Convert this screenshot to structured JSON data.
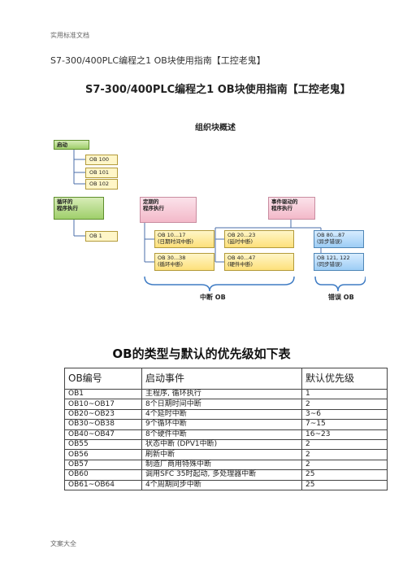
{
  "page": {
    "header": "实用标准文档",
    "footer": "文案大全",
    "title_small": "S7-300/400PLC编程之1 OB块使用指南【工控老鬼】",
    "title_bold": "S7-300/400PLC编程之1 OB块使用指南【工控老鬼】"
  },
  "diagram": {
    "title": "组织块概述",
    "startup": "启动",
    "startup_obs": [
      "OB 100",
      "OB 101",
      "OB 102"
    ],
    "cyclic": "循环的\n程序执行",
    "cyclic_ob": "OB 1",
    "periodic": "定期的\n程序执行",
    "event": "事件驱动的\n程序执行",
    "ob10": "OB 10...17",
    "ob10_sub": "(日期时间中断)",
    "ob30": "OB 30...38",
    "ob30_sub": "(循环中断)",
    "ob20": "OB 20...23",
    "ob20_sub": "(延时中断)",
    "ob40": "OB 40...47",
    "ob40_sub": "(硬件中断)",
    "ob80": "OB 80...87",
    "ob80_sub": "(异步错误)",
    "ob121": "OB 121, 122",
    "ob121_sub": "(同步错误)",
    "interrupt_label": "中断 OB",
    "error_label": "错误 OB"
  },
  "table": {
    "title": "OB的类型与默认的优先级如下表",
    "headers": [
      "OB编号",
      "启动事件",
      "默认优先级"
    ],
    "rows": [
      [
        "OB1",
        "主程序, 循环执行",
        "1"
      ],
      [
        "OB10~OB17",
        "8个日期时间中断",
        "2"
      ],
      [
        "OB20~OB23",
        "4个延时中断",
        "3~6"
      ],
      [
        "OB30~OB38",
        "9个循环中断",
        "7~15"
      ],
      [
        "OB40~OB47",
        "8个硬件中断",
        "16~23"
      ],
      [
        "OB55",
        "状态中断 (DPV1中断)",
        "2"
      ],
      [
        "OB56",
        "刷新中断",
        "2"
      ],
      [
        "OB57",
        "制造厂商用特殊中断",
        "2"
      ],
      [
        "OB60",
        "调用SFC 35时起动, 多处理器中断",
        "25"
      ],
      [
        "OB61~OB64",
        "4个周期同步中断",
        "25"
      ]
    ]
  }
}
